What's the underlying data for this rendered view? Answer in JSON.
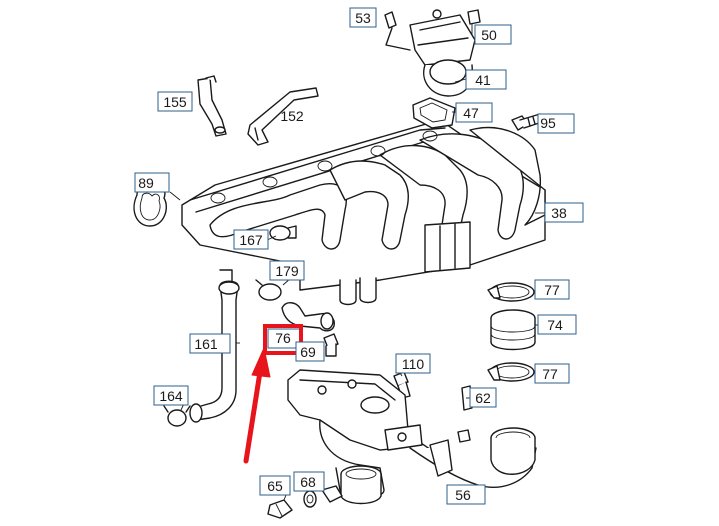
{
  "diagram": {
    "labels": {
      "l53": "53",
      "l50": "50",
      "l41": "41",
      "l47": "47",
      "l95": "95",
      "l155": "155",
      "l152": "152",
      "l89": "89",
      "l38": "38",
      "l167": "167",
      "l179": "179",
      "l77a": "77",
      "l74": "74",
      "l77b": "77",
      "l76": "76",
      "l69": "69",
      "l161": "161",
      "l110": "110",
      "l62": "62",
      "l164": "164",
      "l65": "65",
      "l68": "68",
      "l56": "56"
    },
    "highlight_color": "#e8141b",
    "label_border_color": "#2f5f8a"
  }
}
